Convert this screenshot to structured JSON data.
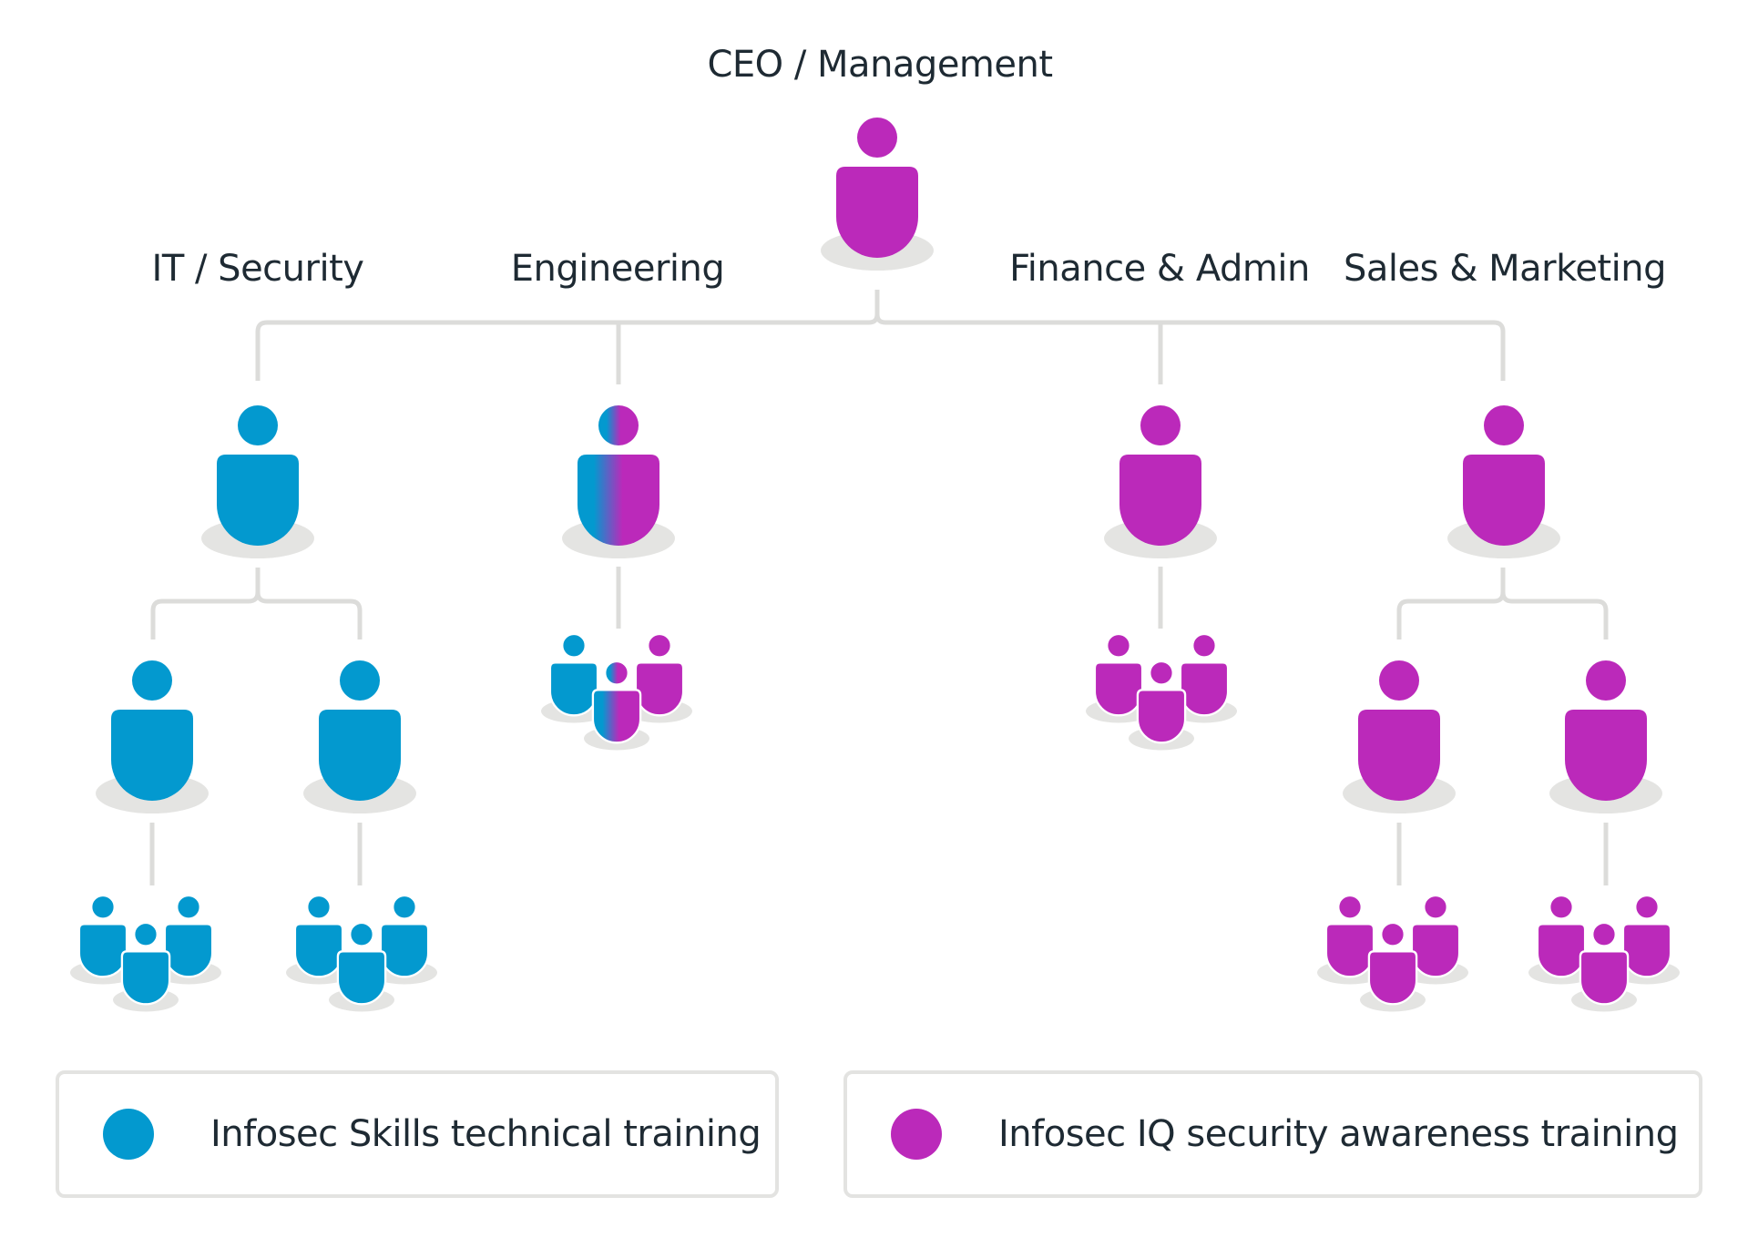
{
  "title": "CEO / Management",
  "departments": [
    {
      "id": "it",
      "label": "IT / Security",
      "training": "skills"
    },
    {
      "id": "eng",
      "label": "Engineering",
      "training": "mixed"
    },
    {
      "id": "fin",
      "label": "Finance & Admin",
      "training": "iq"
    },
    {
      "id": "sales",
      "label": "Sales & Marketing",
      "training": "iq"
    }
  ],
  "legend": [
    {
      "label": "Infosec Skills technical training",
      "color": "#0399cf"
    },
    {
      "label": "Infosec IQ security awareness training",
      "color": "#bb29ba"
    }
  ],
  "colors": {
    "skills": "#0399cf",
    "iq": "#bb29ba",
    "shadow": "#e4e4e2",
    "connector": "#dcdcda"
  }
}
